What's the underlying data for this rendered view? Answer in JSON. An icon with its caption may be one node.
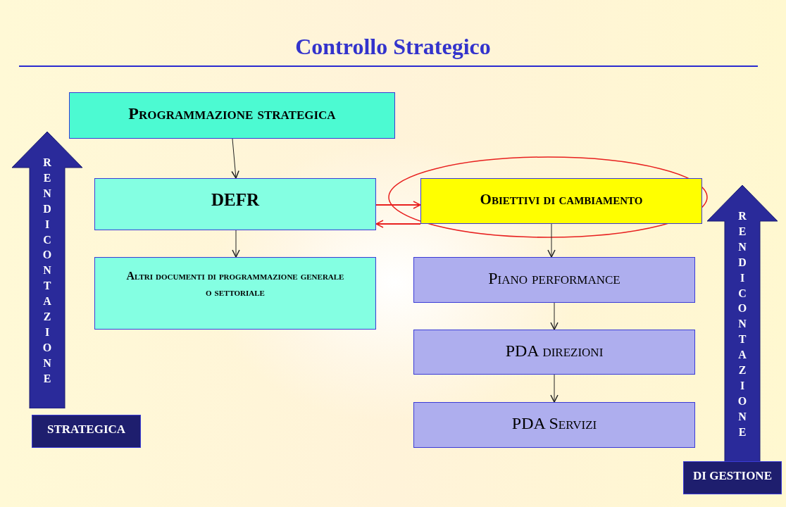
{
  "diagram": {
    "title": "Controllo Strategico",
    "nodes": [
      {
        "text": [
          "Programmazione strategica"
        ]
      },
      {
        "text": [
          "DEFR"
        ]
      },
      {
        "text": [
          "Obiettivi di cambiamento"
        ]
      },
      {
        "text": [
          "Altri documenti di programmazione generale o settoriale"
        ]
      },
      {
        "text": [
          "Piano performance"
        ]
      },
      {
        "text": [
          "PDA direzioni"
        ]
      },
      {
        "text": [
          "PDA Servizi"
        ]
      },
      {
        "text": [
          "RENDICONTAZIONE"
        ]
      },
      {
        "text": [
          "STRATEGICA"
        ]
      },
      {
        "text": [
          "RENDICONTAZIONE"
        ]
      },
      {
        "text": [
          "DI GESTIONE"
        ]
      }
    ],
    "edges": [
      {
        "from": 0,
        "to": 1,
        "arrow": "to"
      },
      {
        "from": 1,
        "to": 3,
        "arrow": "to"
      },
      {
        "from": 1,
        "to": 2,
        "arrow": "to",
        "color": "#e8201f"
      },
      {
        "from": 2,
        "to": 1,
        "arrow": "to",
        "color": "#e8201f"
      },
      {
        "from": 2,
        "to": 4,
        "arrow": "to"
      },
      {
        "from": 4,
        "to": 5,
        "arrow": "to"
      },
      {
        "from": 5,
        "to": 6,
        "arrow": "to"
      }
    ]
  }
}
